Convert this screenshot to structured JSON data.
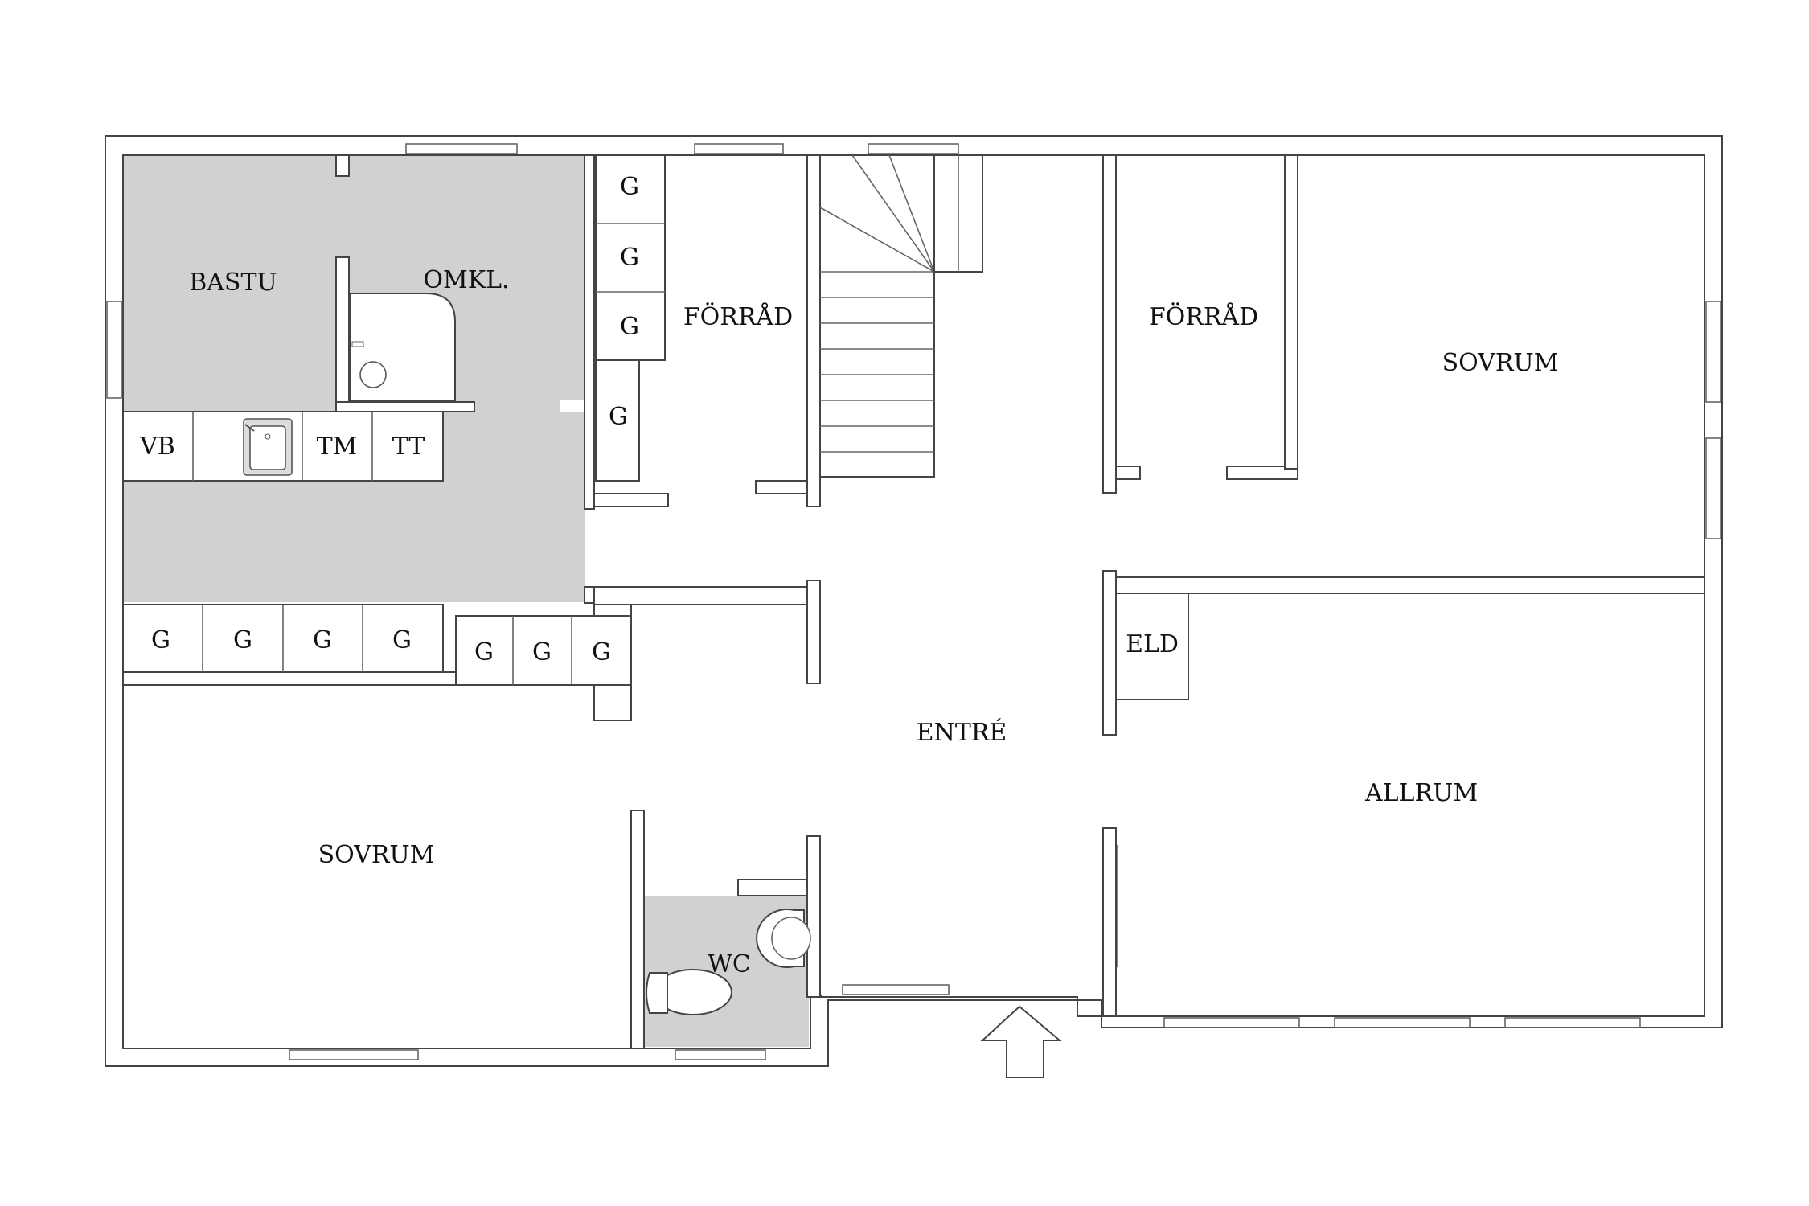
{
  "colors": {
    "wet_room_fill": "#d1d1d1",
    "line": "#555555",
    "background": "#ffffff"
  },
  "rooms": {
    "bastu": "BASTU",
    "omkl": "OMKL.",
    "forrad_left": "FÖRRÅD",
    "forrad_right": "FÖRRÅD",
    "sovrum_right": "SOVRUM",
    "sovrum_left": "SOVRUM",
    "entre": "ENTRÉ",
    "allrum": "ALLRUM",
    "wc": "WC",
    "eld": "ELD"
  },
  "fixtures": {
    "vb": "VB",
    "tm": "TM",
    "tt": "TT",
    "garderob": "G"
  },
  "icons": {
    "entrance": "entrance-arrow-icon",
    "sink": "sink-icon",
    "toilet": "toilet-icon",
    "shower": "shower-icon",
    "stairs": "staircase-icon"
  }
}
